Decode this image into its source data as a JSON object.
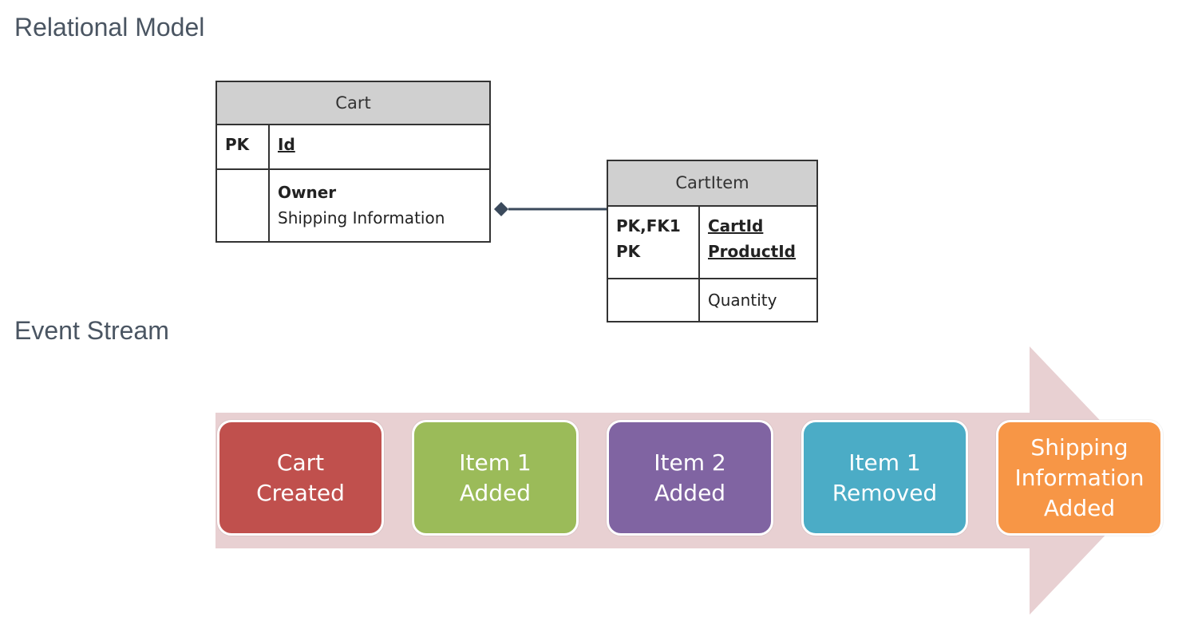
{
  "headings": {
    "relational_model": "Relational Model",
    "event_stream": "Event Stream"
  },
  "cart_table": {
    "title": "Cart",
    "pk_label": "PK",
    "pk_field": "Id",
    "attributes": [
      "Owner",
      "Shipping Information"
    ]
  },
  "cartitem_table": {
    "title": "CartItem",
    "key_labels": [
      "PK,FK1",
      "PK"
    ],
    "key_fields": [
      "CartId",
      "ProductId"
    ],
    "attributes": [
      "Quantity"
    ]
  },
  "events": [
    {
      "label": "Cart\nCreated",
      "color": "#c0504d"
    },
    {
      "label": "Item 1\nAdded",
      "color": "#9bbb59"
    },
    {
      "label": "Item 2\nAdded",
      "color": "#8064a2"
    },
    {
      "label": "Item 1\nRemoved",
      "color": "#4bacc6"
    },
    {
      "label": "Shipping\nInformation\nAdded",
      "color": "#f79646"
    }
  ],
  "colors": {
    "arrow_fill": "#e8d0d2",
    "heading_text": "#4a5562",
    "table_header": "#d0d0d0",
    "connector": "#3b4a5c"
  }
}
